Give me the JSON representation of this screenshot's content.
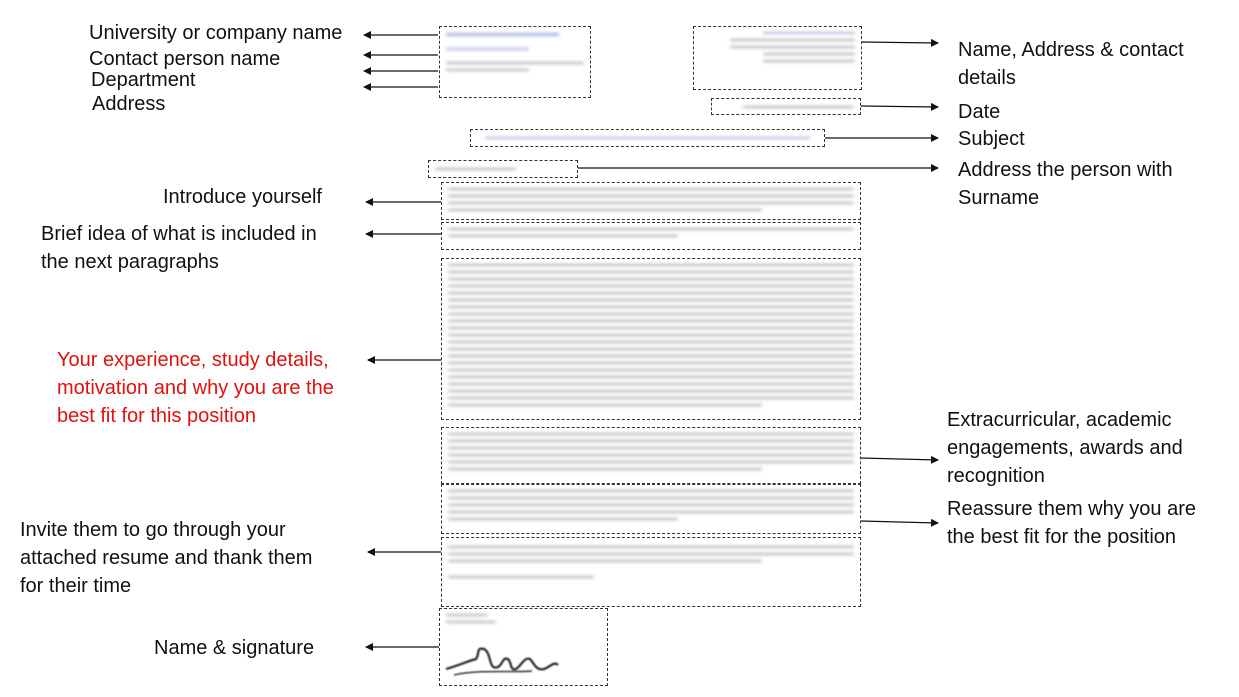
{
  "left_labels": {
    "university": "University or company name",
    "contact": "Contact person name",
    "department": "Department",
    "address": "Address",
    "introduce": "Introduce yourself",
    "brief_1": "Brief idea of what is included in",
    "brief_2": "the next paragraphs",
    "experience_1": "Your experience, study details,",
    "experience_2": "motivation and why you are the",
    "experience_3": "best fit for this position",
    "invite_1": "Invite them to go through your",
    "invite_2": "attached resume and thank them",
    "invite_3": "for their time",
    "signature": "Name & signature"
  },
  "right_labels": {
    "name_address_1": "Name, Address & contact",
    "name_address_2": "details",
    "date": "Date",
    "subject": "Subject",
    "address_person_1": "Address the person with",
    "address_person_2": "Surname",
    "extracurricular_1": "Extracurricular, academic",
    "extracurricular_2": "engagements, awards and",
    "extracurricular_3": "recognition",
    "reassure_1": "Reassure them why you are",
    "reassure_2": "the best fit for the position"
  },
  "colors": {
    "highlight_red": "#e0110f",
    "text": "#111111",
    "arrow": "#111111",
    "box_border": "#333333"
  }
}
